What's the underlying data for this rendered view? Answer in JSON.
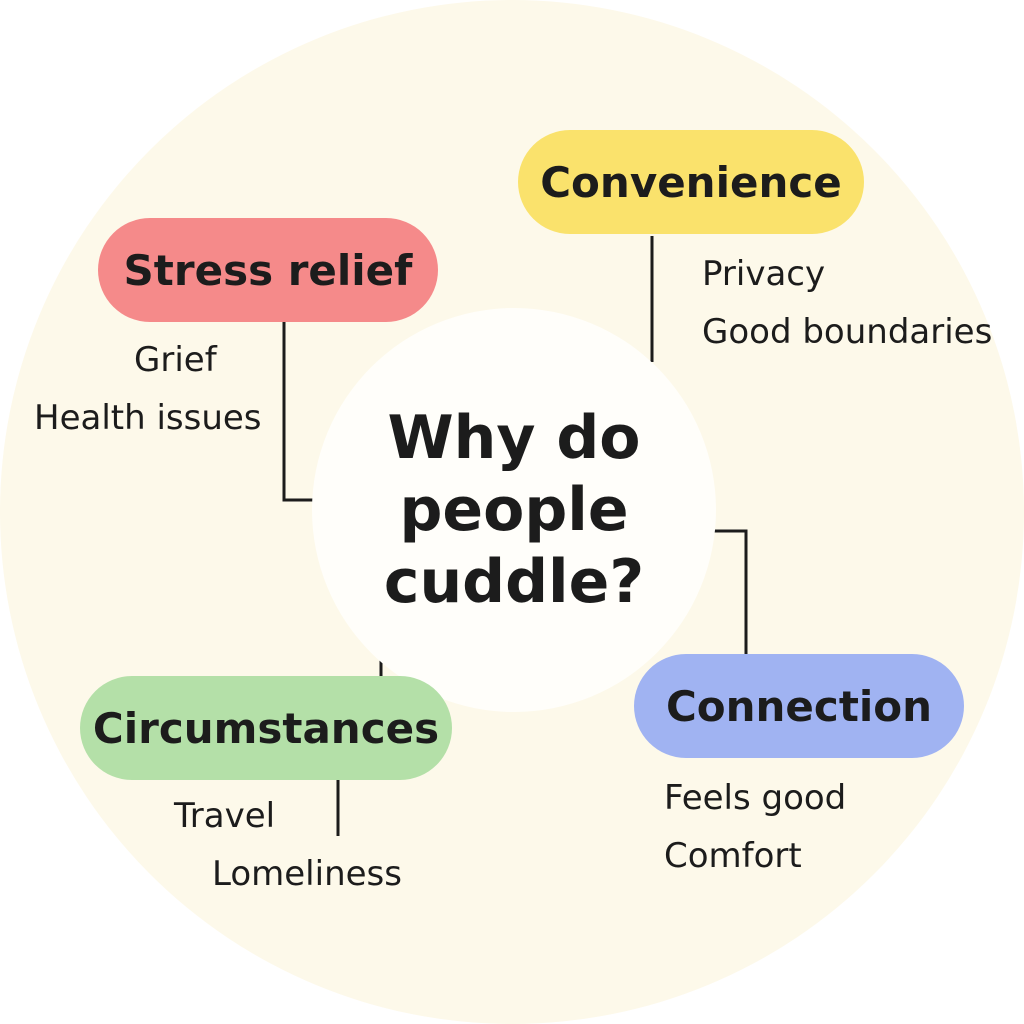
{
  "center": {
    "title": "Why do people cuddle?"
  },
  "categories": [
    {
      "label": "Stress relief",
      "color": "#f58a8a",
      "items": [
        "Grief",
        "Health issues"
      ]
    },
    {
      "label": "Convenience",
      "color": "#fae26c",
      "items": [
        "Privacy",
        "Good boundaries"
      ]
    },
    {
      "label": "Circumstances",
      "color": "#b4e0a8",
      "items": [
        "Travel",
        "Lomeliness"
      ]
    },
    {
      "label": "Connection",
      "color": "#a0b3f2",
      "items": [
        "Feels good",
        "Comfort"
      ]
    }
  ]
}
